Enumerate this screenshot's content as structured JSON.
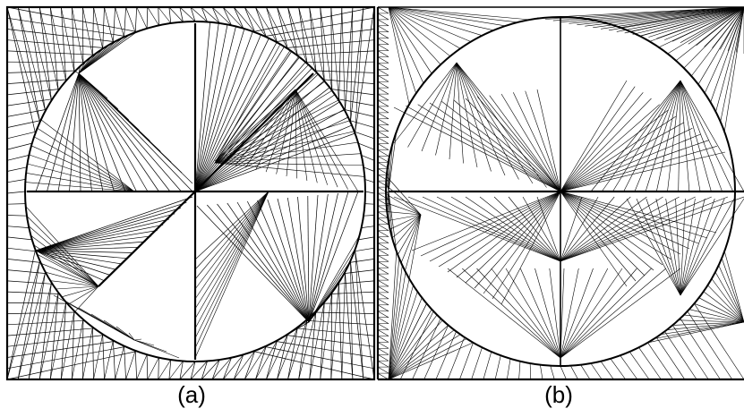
{
  "figure": {
    "panels": [
      {
        "id": "a",
        "label": "(a)"
      },
      {
        "id": "b",
        "label": "(b)"
      }
    ],
    "colors": {
      "stroke": "#000000",
      "background": "#ffffff"
    }
  }
}
